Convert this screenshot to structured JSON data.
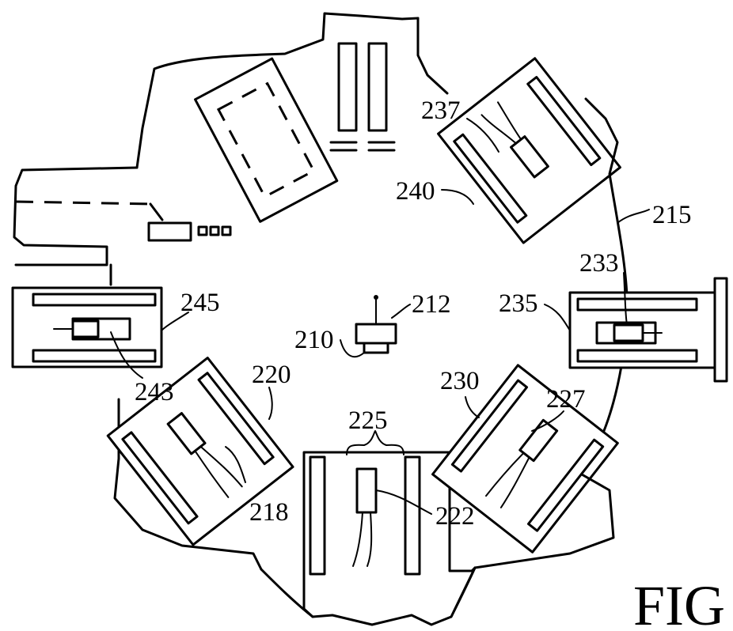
{
  "figure": {
    "caption": "FIG"
  },
  "labels": {
    "l210": "210",
    "l212": "212",
    "l215": "215",
    "l218": "218",
    "l220": "220",
    "l222": "222",
    "l225": "225",
    "l227": "227",
    "l230": "230",
    "l233": "233",
    "l235": "235",
    "l237": "237",
    "l240": "240",
    "l243": "243",
    "l245": "245"
  }
}
